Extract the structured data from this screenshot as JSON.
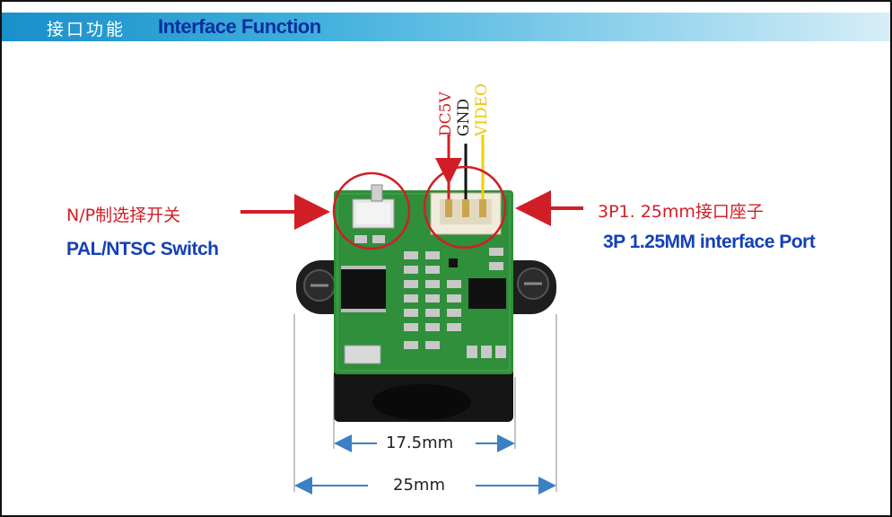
{
  "header": {
    "title_cn": "接口功能",
    "title_en": "Interface Function"
  },
  "left_callout": {
    "label_cn": "N/P制选择开关",
    "label_en": "PAL/NTSC Switch"
  },
  "right_callout": {
    "label_cn": "3P1. 25mm接口座子",
    "label_en": "3P 1.25MM interface Port"
  },
  "wires": {
    "power": "DC5V",
    "ground": "GND",
    "video": "VIDEO"
  },
  "dimensions": {
    "inner": "17.5mm",
    "outer": "25mm"
  },
  "colors": {
    "accent_red": "#d11e26",
    "accent_blue": "#1440b8",
    "pcb_green": "#2f8f3a",
    "header_blue": "#1a8fc9"
  }
}
